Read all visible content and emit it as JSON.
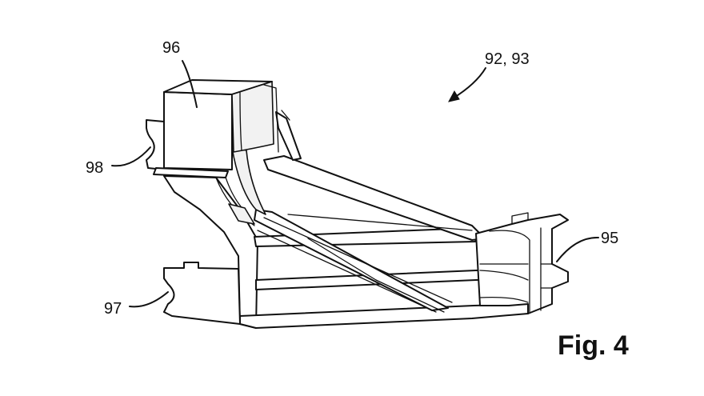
{
  "figure": {
    "title": "Fig. 4",
    "labels": {
      "assembly": "92, 93",
      "block": "96",
      "clip_upper": "98",
      "clip_lower": "97",
      "end_clip": "95"
    }
  }
}
